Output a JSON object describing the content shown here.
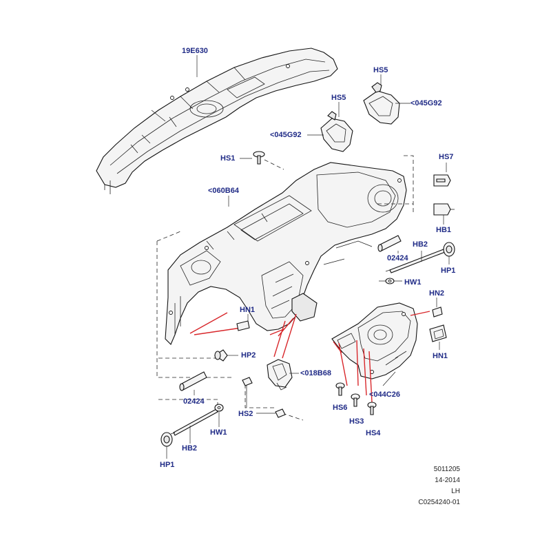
{
  "labels": {
    "crossmember": "19E630",
    "hs5_right": "HS5",
    "bracket_right": "<045G92",
    "hs5_left": "HS5",
    "bracket_left": "<045G92",
    "hs1": "HS1",
    "hs7": "HS7",
    "frame": "<060B64",
    "hb1": "HB1",
    "hb2_right": "HB2",
    "spacer_right": "02424",
    "hp1_right": "HP1",
    "hw1_right": "HW1",
    "hn2": "HN2",
    "hn1_left": "HN1",
    "hn1_right": "HN1",
    "hp2": "HP2",
    "brace": "<018B68",
    "spacer_left": "02424",
    "hs6": "HS6",
    "support": "<044C26",
    "hs2": "HS2",
    "hs3": "HS3",
    "hs4": "HS4",
    "hw1_left": "HW1",
    "hb2_left": "HB2",
    "hp1_left": "HP1"
  },
  "meta": {
    "ref_number": "5011205",
    "year": "14-2014",
    "side": "LH",
    "illustration_code": "C0254240-01"
  },
  "colors": {
    "label_text": "#1f2a86",
    "highlight_lines": "#d8262a",
    "outline": "#111111"
  }
}
